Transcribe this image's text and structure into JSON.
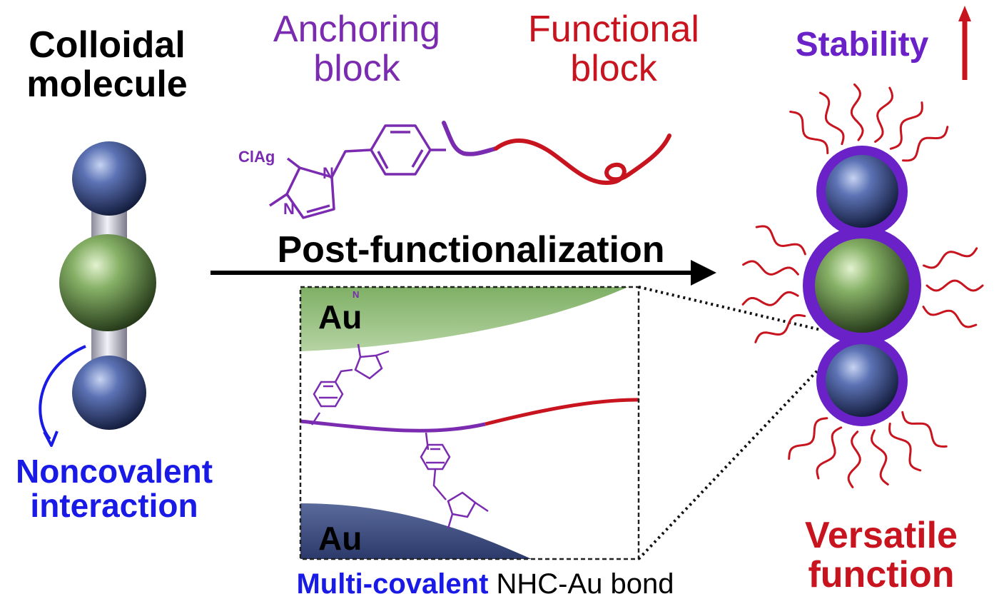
{
  "labels": {
    "colloidal_line1": "Colloidal",
    "colloidal_line2": "molecule",
    "noncovalent_line1": "Noncovalent",
    "noncovalent_line2": "interaction",
    "anchoring_line1": "Anchoring",
    "anchoring_line2": "block",
    "functional_line1": "Functional",
    "functional_line2": "block",
    "post_functionalization": "Post-functionalization",
    "stability": "Stability",
    "versatile_line1": "Versatile",
    "versatile_line2": "function",
    "au_top": "Au",
    "au_bottom": "Au",
    "bond_highlight": "Multi-covalent",
    "bond_rest": " NHC-Au bond"
  },
  "chem_labels": {
    "clag": "ClAg",
    "n1": "N",
    "n2": "N"
  },
  "colors": {
    "purple": "#7a2bb0",
    "red": "#c8141e",
    "blue": "#1a1ae6",
    "au_green": "#8fb879",
    "au_blue": "#3b4a7a",
    "sphere_blue": "#4a5f9c",
    "sphere_green": "#7aa55c",
    "shell_purple": "#6a22c8"
  }
}
